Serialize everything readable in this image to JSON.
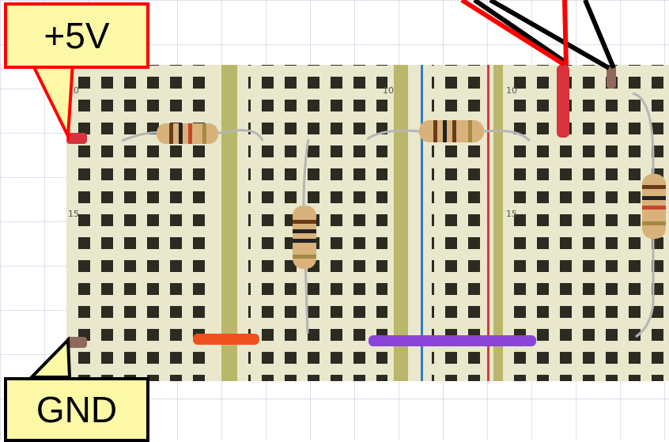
{
  "callouts": {
    "power": "+5V",
    "ground": "GND"
  },
  "row_labels": {
    "left_10": "10",
    "left_15": "15",
    "mid_10": "10",
    "right_10": "10",
    "right_15": "15"
  },
  "colors": {
    "callout_fill": "#fdf8a6",
    "power_border": "#ff0000",
    "ground_border": "#000000",
    "red_rail": "#d73a3a",
    "blue_rail": "#2f7fc0",
    "orange_jumper": "#f0501e",
    "purple_jumper": "#8a44d8"
  }
}
